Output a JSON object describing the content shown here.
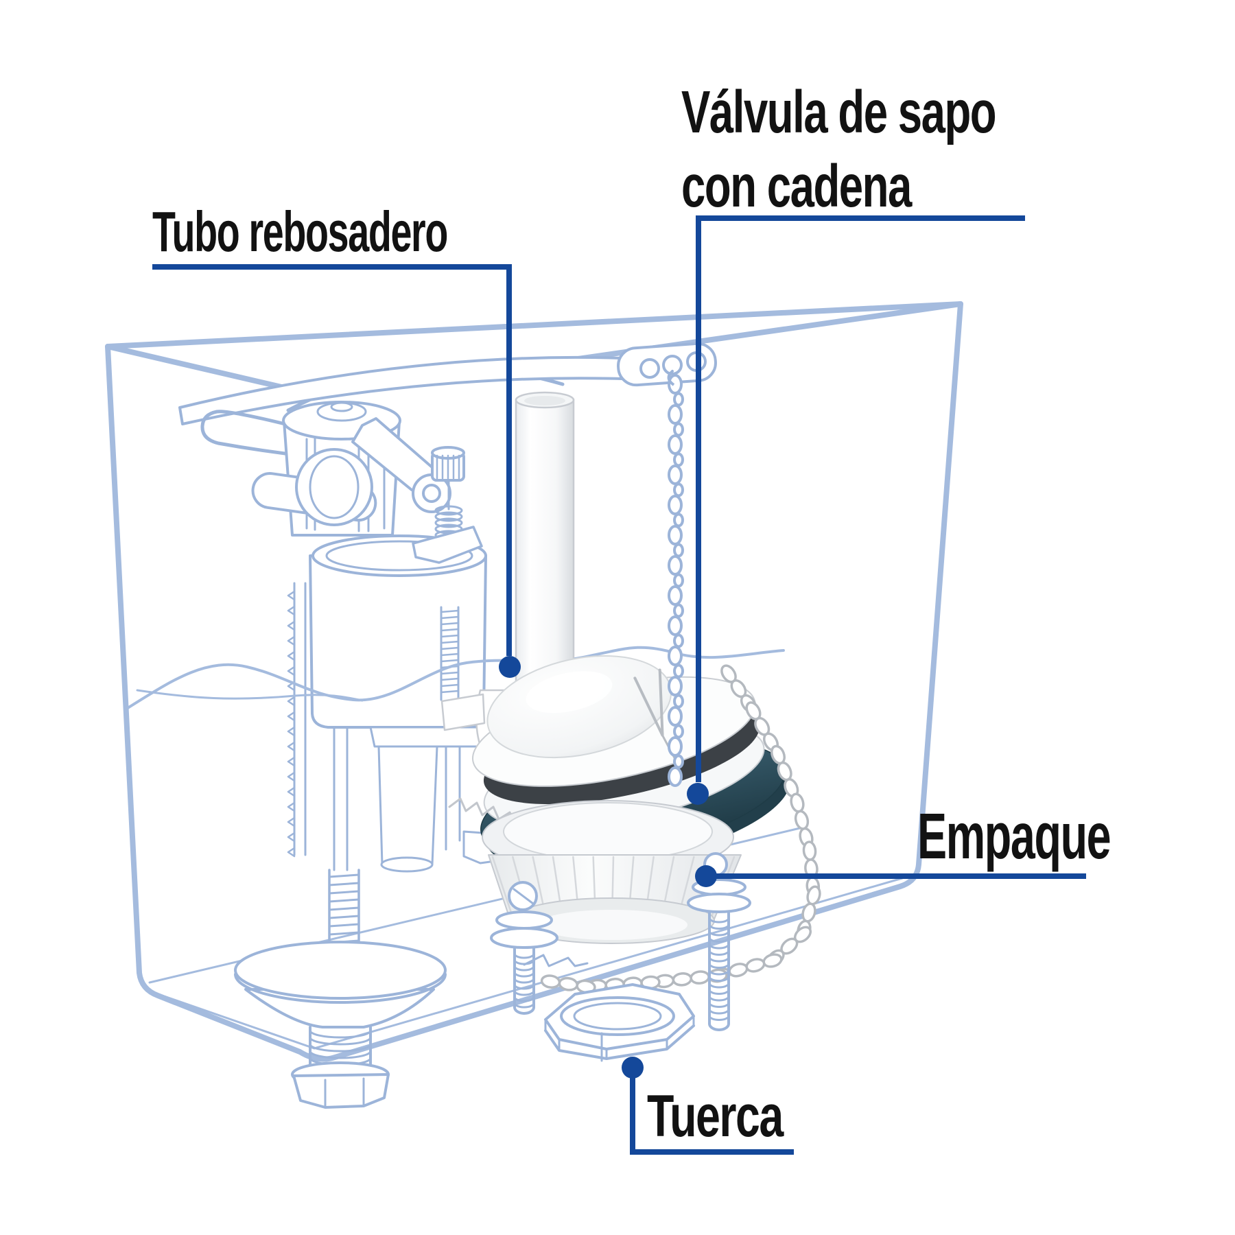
{
  "diagram": {
    "labels": {
      "tubo": "Tubo rebosadero",
      "valvula_line1": "Válvula de sapo",
      "valvula_line2": "con cadena",
      "empaque": "Empaque",
      "tuerca": "Tuerca"
    },
    "colors": {
      "label_text": "#121212",
      "leader_blue": "#14489a",
      "line_art_blue": "#a4bbde",
      "valve_outline_gray": "#c7cbd1",
      "gasket_dark_ring": "#3c4146",
      "gasket_teal": "#2e5160",
      "background": "#ffffff"
    }
  }
}
